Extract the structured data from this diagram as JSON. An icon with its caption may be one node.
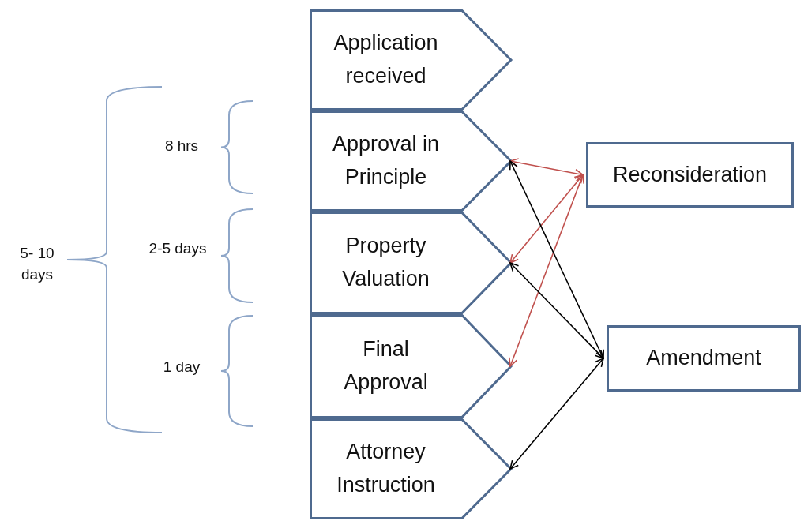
{
  "diagram": {
    "nodes": [
      {
        "text": [
          "Application received"
        ]
      },
      {
        "text": [
          "Approval in Principle"
        ]
      },
      {
        "text": [
          "Property Valuation"
        ]
      },
      {
        "text": [
          "Final Approval"
        ]
      },
      {
        "text": [
          "Attorney Instruction"
        ]
      },
      {
        "text": [
          "Reconsideration"
        ]
      },
      {
        "text": [
          "Amendment"
        ]
      }
    ],
    "edges": [
      {
        "from": 5,
        "to": 1,
        "arrow": "both",
        "color": "#c0504d"
      },
      {
        "from": 5,
        "to": 2,
        "arrow": "both",
        "color": "#c0504d"
      },
      {
        "from": 5,
        "to": 3,
        "arrow": "both",
        "color": "#c0504d"
      },
      {
        "from": 6,
        "to": 1,
        "arrow": "both",
        "color": "#000000"
      },
      {
        "from": 6,
        "to": 2,
        "arrow": "both",
        "color": "#000000"
      },
      {
        "from": 6,
        "to": 4,
        "arrow": "both",
        "color": "#000000"
      }
    ],
    "labels": [
      "8 hrs",
      "5- 10 days",
      "2-5 days",
      "1 day"
    ]
  }
}
